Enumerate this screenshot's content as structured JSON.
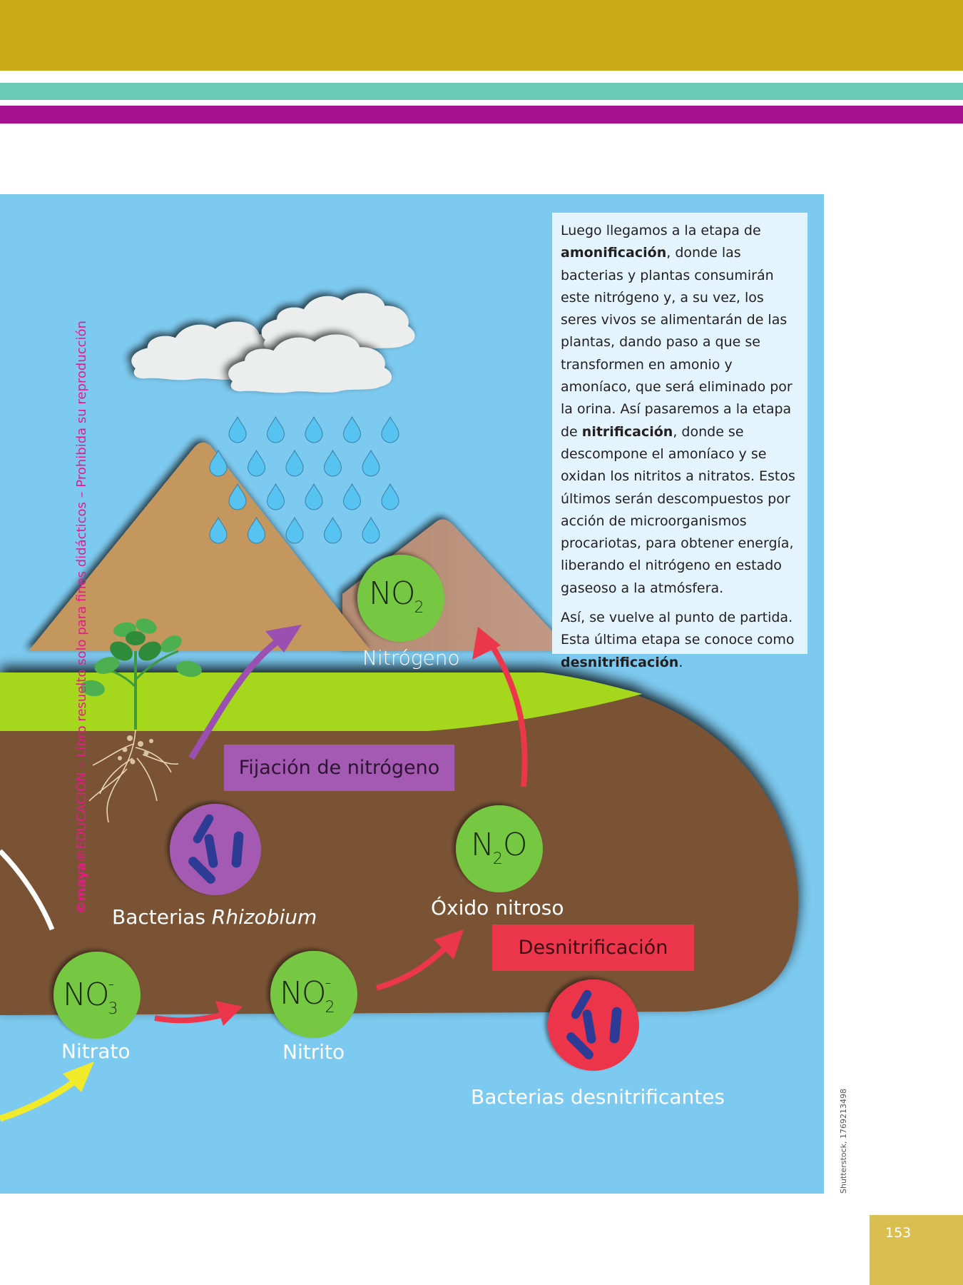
{
  "page": {
    "number": "153",
    "colors": {
      "top_band": "#cba918",
      "teal_band": "#6bcbb4",
      "magenta_band": "#a5128d",
      "sky": "#7dcaf0",
      "soil": "#7a5235",
      "grass": "#a5d81d",
      "compound_green": "#76c843",
      "rhizobium_purple": "#a45ab3",
      "denitrifying_red": "#ec364b",
      "bacteria_blue": "#2d3b94",
      "page_box": "#d9bf4f"
    }
  },
  "watermark": {
    "brand": "©maya",
    "text": "®EDUCACIÓN – Libro resuelto solo para fines didácticos – Prohibida su reproducción"
  },
  "credit": "Shutterstock, 1769213498",
  "textbox": {
    "p1": [
      {
        "t": "Luego llegamos a la etapa de ",
        "b": false
      },
      {
        "t": "amonificación",
        "b": true
      },
      {
        "t": ", donde las bacterias y plantas consumirán este nitrógeno y, a su vez, los seres vivos se alimentarán de las plantas, dando paso a que se transformen en amonio y amoníaco, que será eliminado por la orina. Así pasaremos a la etapa de ",
        "b": false
      },
      {
        "t": "nitrificación",
        "b": true
      },
      {
        "t": ", donde se descompone el amoníaco y se oxidan los nitritos a nitratos. Estos últimos serán descompuestos por acción de microorganismos procariotas, para obtener energía, liberando el nitrógeno en estado gaseoso a la atmósfera.",
        "b": false
      }
    ],
    "p2": [
      {
        "t": "Así, se vuelve al punto de partida. Esta última etapa se conoce como ",
        "b": false
      },
      {
        "t": "desnitrificación",
        "b": true
      },
      {
        "t": ".",
        "b": false
      }
    ]
  },
  "diagram": {
    "compounds": {
      "no2_gas": {
        "symbol": "NO",
        "sub": "2",
        "sup": "",
        "label": "Nitrógeno"
      },
      "n2o": {
        "symbol_a": "N",
        "sub": "2",
        "symbol_b": "O",
        "label": "Óxido nitroso"
      },
      "nitrate": {
        "symbol": "NO",
        "sub": "3",
        "sup": "-",
        "label": "Nitrato"
      },
      "nitrite": {
        "symbol": "NO",
        "sub": "2",
        "sup": "-",
        "label": "Nitrito"
      }
    },
    "processes": {
      "fixation": "Fijación de nitrógeno",
      "denitrification": "Desnitrificación"
    },
    "bacteria": {
      "rhizobium_prefix": "Bacterias ",
      "rhizobium_name": "Rhizobium",
      "denitrifying": "Bacterias desnitrificantes"
    },
    "arrows": [
      {
        "name": "fixation-arrow",
        "color": "#9b4fb0",
        "from": "plant-roots",
        "to": "atmosphere"
      },
      {
        "name": "denitrification-up-arrow",
        "color": "#ec364b",
        "from": "n2o",
        "to": "atmosphere"
      },
      {
        "name": "nitrate-to-nitrite-arrow",
        "color": "#ec364b",
        "from": "nitrate",
        "to": "nitrite"
      },
      {
        "name": "nitrite-to-n2o-arrow",
        "color": "#ec364b",
        "from": "nitrite",
        "to": "n2o"
      },
      {
        "name": "incoming-yellow-arrow",
        "color": "#f0ea2a",
        "from": "offpage",
        "to": "nitrate"
      },
      {
        "name": "outgoing-white-arrow",
        "color": "#ffffff",
        "from": "nitrate",
        "to": "offpage"
      }
    ],
    "rain": {
      "rows": 4,
      "drops_per_row": 5
    }
  }
}
